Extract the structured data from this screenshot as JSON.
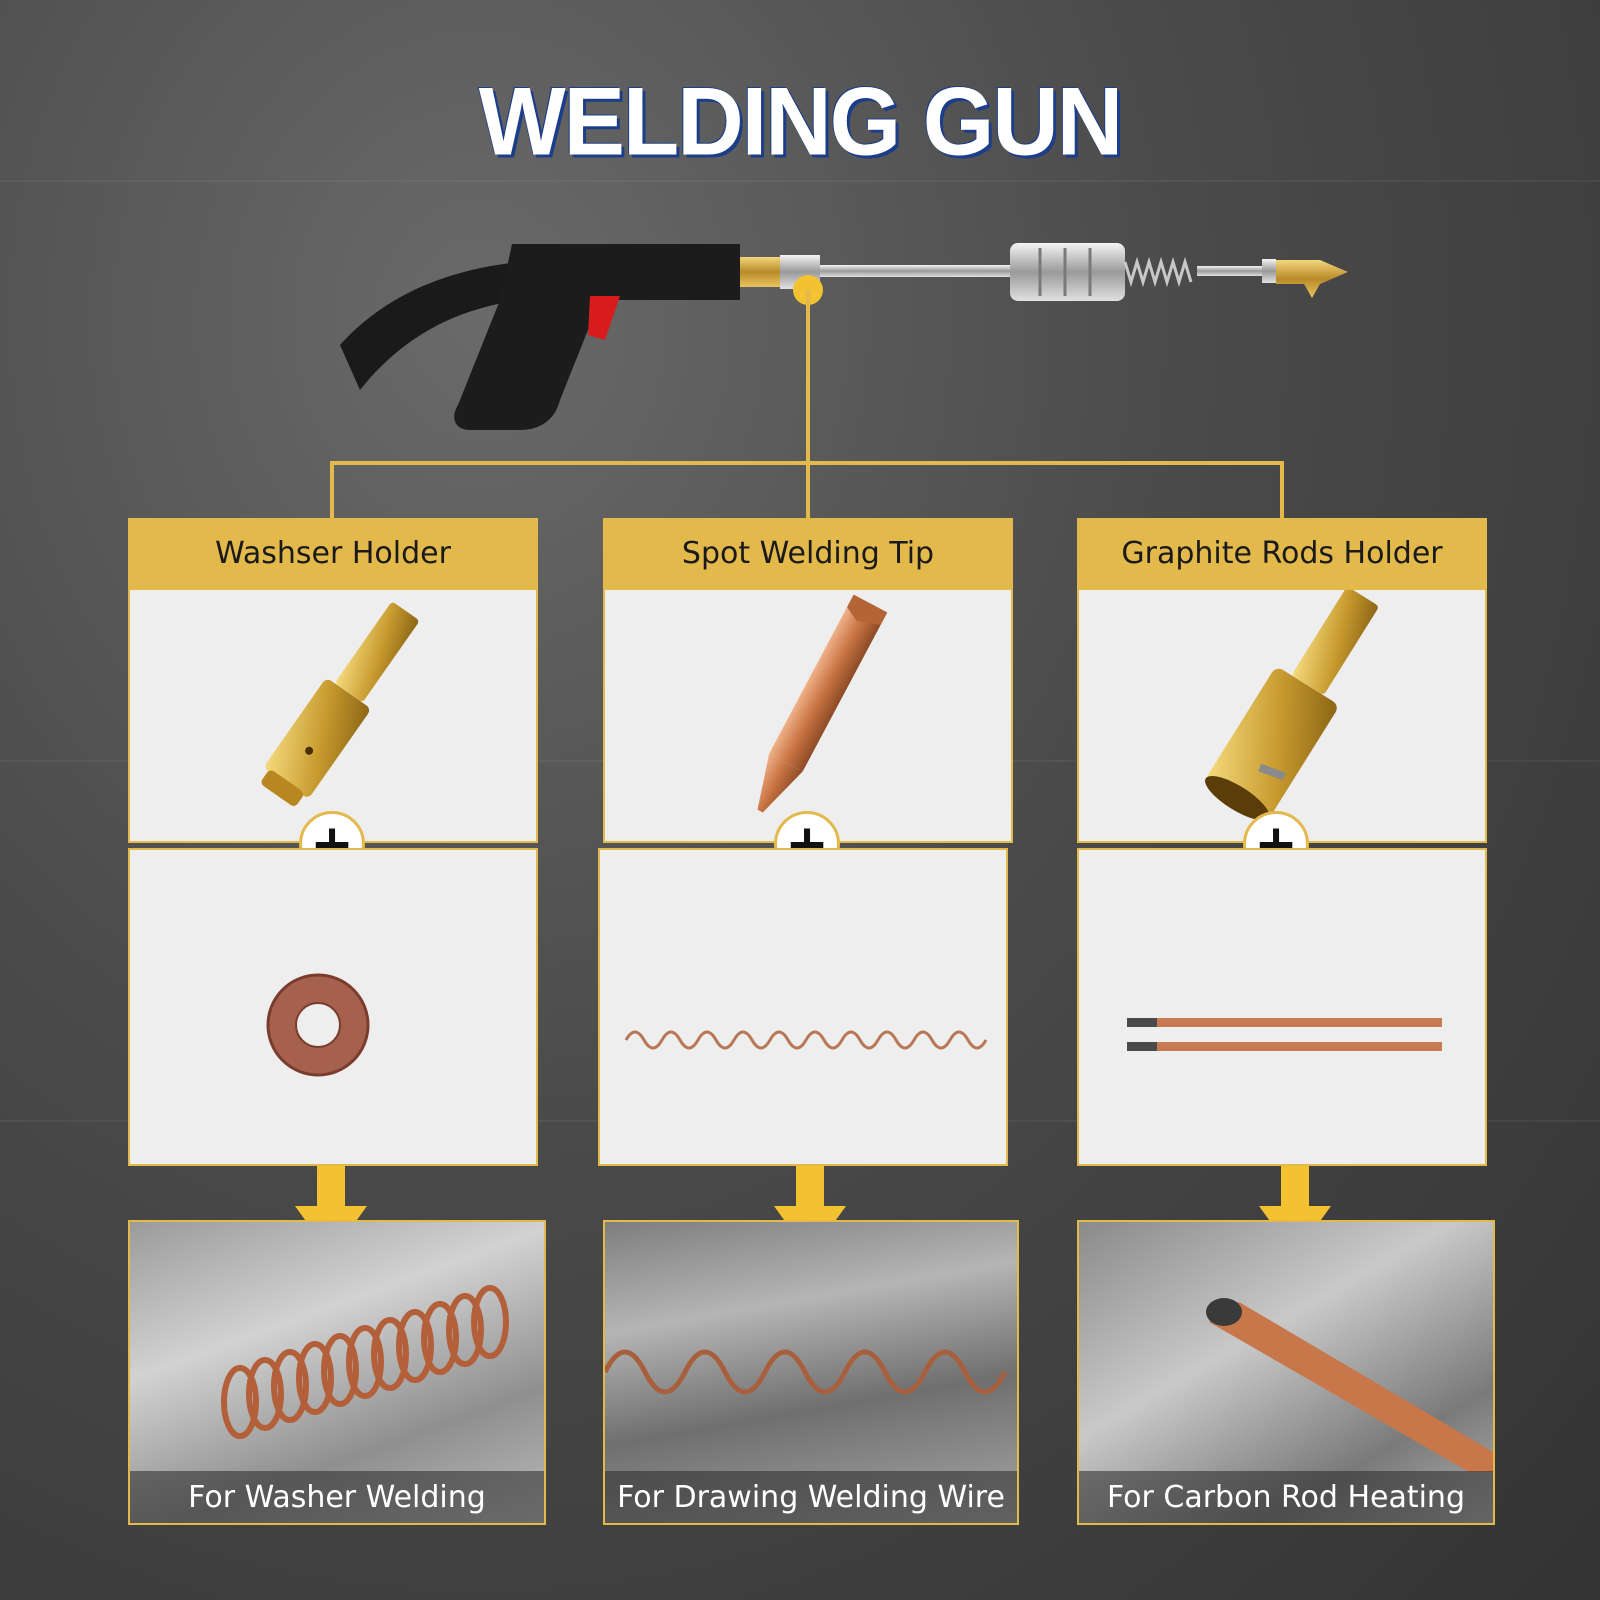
{
  "title": "WELDING GUN",
  "columns": [
    {
      "header": "Washser Holder",
      "tool_icon": "brass-washer-holder-icon",
      "accessory_icon": "copper-washer-icon",
      "caption": "For Washer Welding"
    },
    {
      "header": "Spot Welding Tip",
      "tool_icon": "copper-spot-tip-icon",
      "accessory_icon": "wavy-wire-icon",
      "caption": "For Drawing Welding Wire"
    },
    {
      "header": "Graphite Rods Holder",
      "tool_icon": "brass-rod-holder-icon",
      "accessory_icon": "graphite-rods-icon",
      "caption": "For Carbon Rod Heating"
    }
  ],
  "colors": {
    "accent": "#e3b94b",
    "connector": "#f2c230",
    "title_outline": "#1c3d8a",
    "panel_bg": "#eeeeee"
  }
}
